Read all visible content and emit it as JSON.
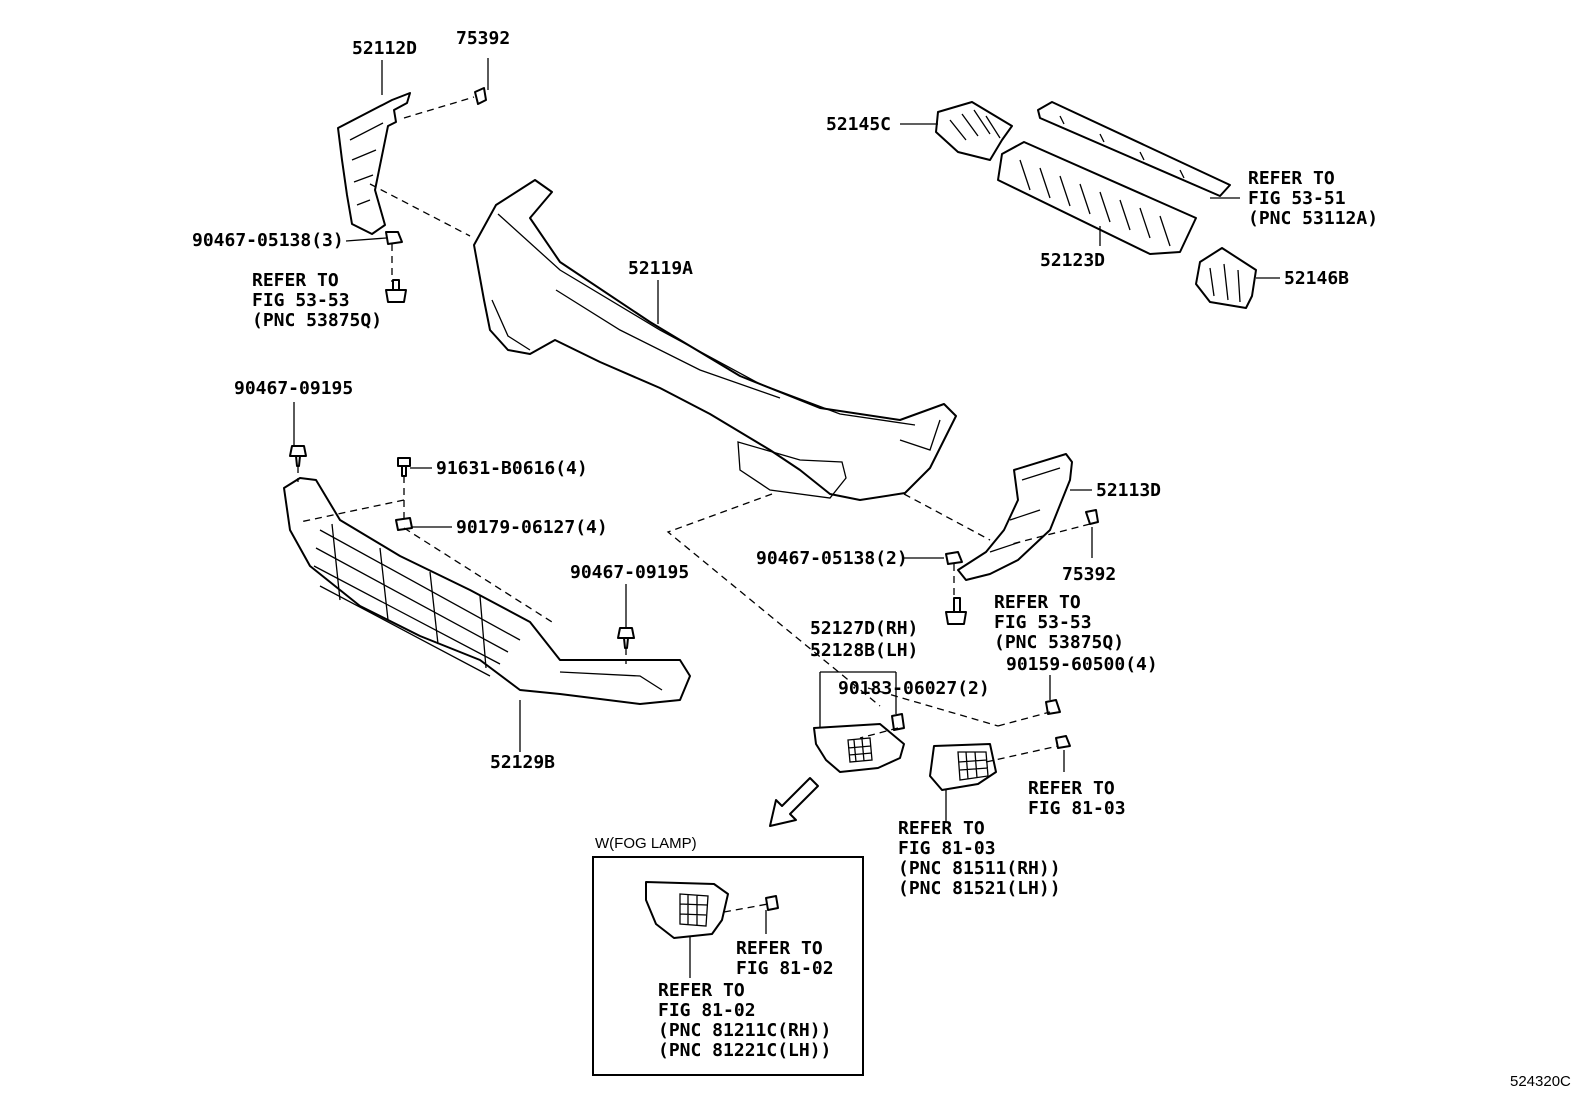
{
  "labels": {
    "p52112D": "52112D",
    "p75392_top": "75392",
    "p90467_05138_3": "90467-05138(3)",
    "refer_5353_left": [
      "REFER TO",
      "FIG 53-53",
      "(PNC 53875Q)"
    ],
    "p52145C": "52145C",
    "refer_5351": [
      "REFER TO",
      "FIG 53-51",
      "(PNC 53112A)"
    ],
    "p52123D": "52123D",
    "p52146B": "52146B",
    "p52119A": "52119A",
    "p90467_09195_left": "90467-09195",
    "p91631_B0616_4": "91631-B0616(4)",
    "p90179_06127_4": "90179-06127(4)",
    "p90467_09195_right": "90467-09195",
    "p52129B": "52129B",
    "p52113D": "52113D",
    "p90467_05138_2": "90467-05138(2)",
    "p75392_right": "75392",
    "refer_5353_right": [
      "REFER TO",
      "FIG 53-53",
      "(PNC 53875Q)"
    ],
    "p52127D_52128B": [
      "52127D(RH)",
      "52128B(LH)"
    ],
    "p90183_06027_2": "90183-06027(2)",
    "p90159_60500_4": "90159-60500(4)",
    "refer_8103_right": [
      "REFER TO",
      "FIG 81-03"
    ],
    "refer_8103_lamp": [
      "REFER TO",
      "FIG 81-03",
      "(PNC 81511(RH))",
      "(PNC 81521(LH))"
    ],
    "inset_title": "W(FOG LAMP)",
    "refer_8102_screw": [
      "REFER TO",
      "FIG 81-02"
    ],
    "refer_8102_lamp": [
      "REFER TO",
      "FIG 81-02",
      "(PNC 81211C(RH))",
      "(PNC 81221C(LH))"
    ],
    "figure_code": "524320C"
  }
}
